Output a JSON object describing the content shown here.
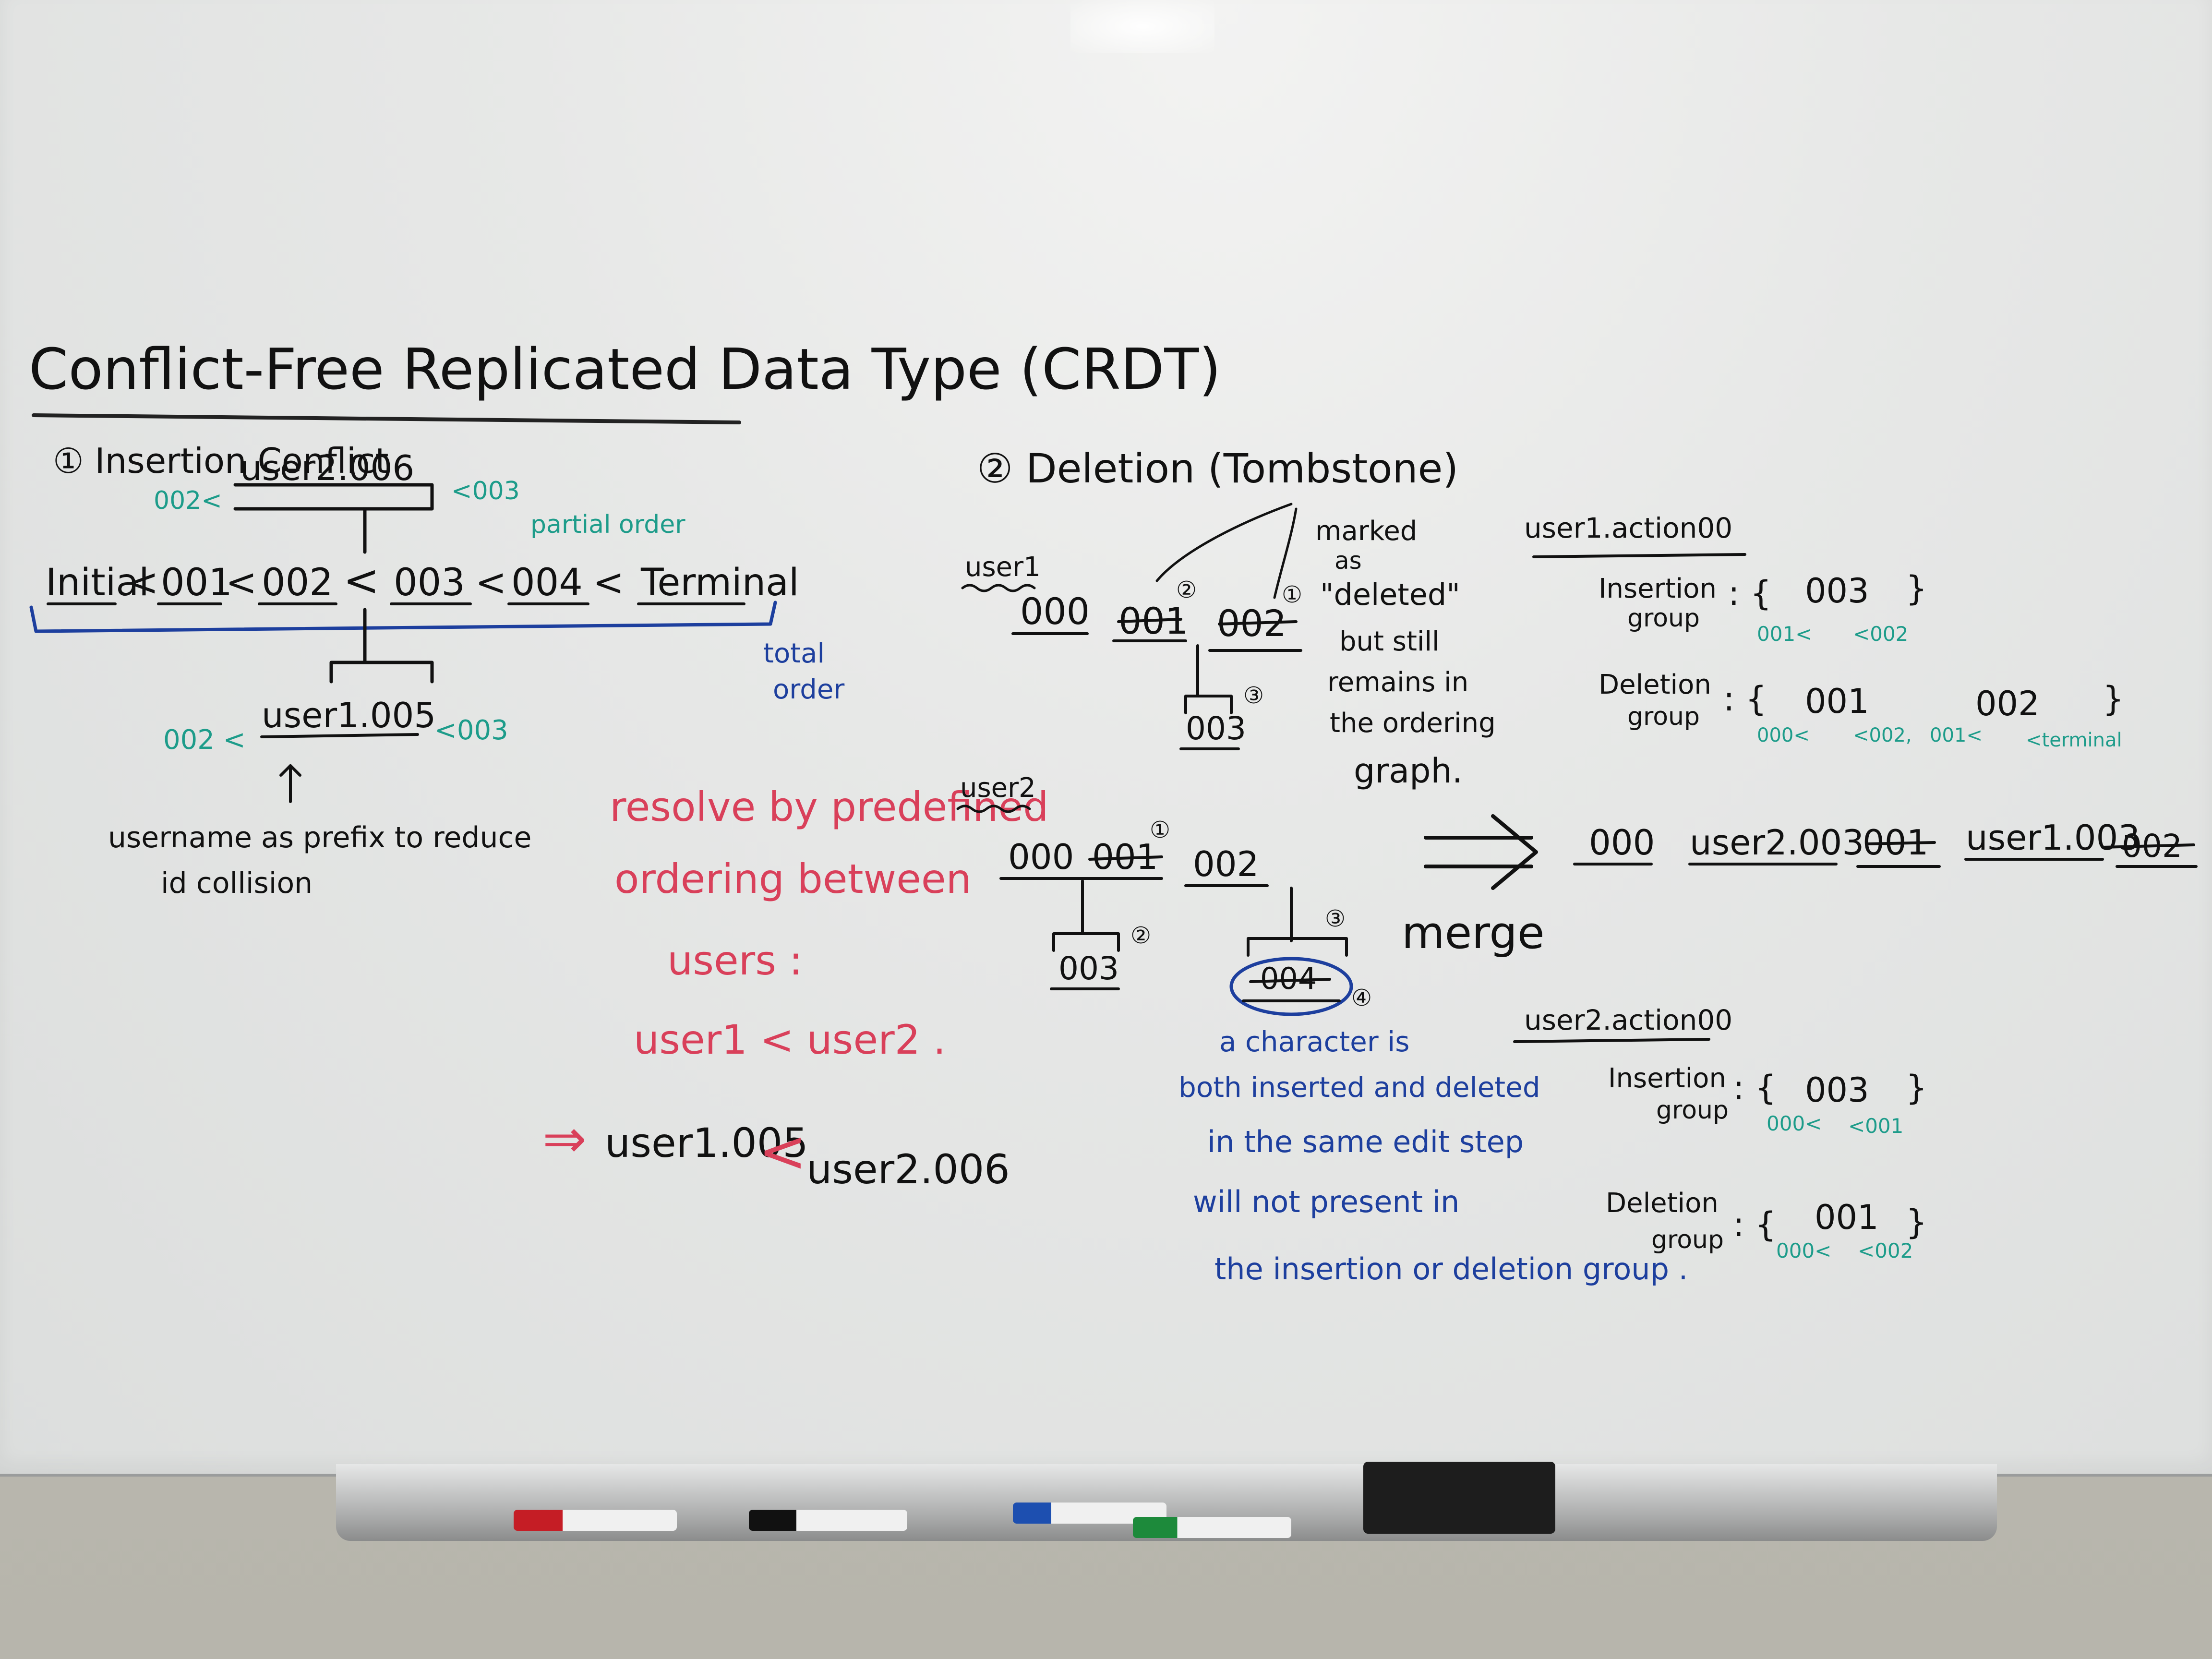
{
  "title": "Conflict-Free Replicated Data Type (CRDT)",
  "section1": {
    "heading": "① Insertion Conflict",
    "top_node": "user2.006",
    "top_left": "002<",
    "top_right": "<003",
    "partial_order": "partial order",
    "chain": [
      "Initial",
      "<",
      "001",
      "<",
      "002",
      "<",
      "003",
      "<",
      "004",
      "<",
      "Terminal"
    ],
    "total_order": [
      "total",
      "order"
    ],
    "bottom_node": "user1.005",
    "bottom_left": "002 <",
    "bottom_right": "<003",
    "note": [
      "username as prefix to reduce",
      "id collision"
    ]
  },
  "resolve": {
    "lines": [
      "resolve by predefined",
      "ordering between",
      "users :",
      "user1 < user2 ."
    ],
    "arrow": "⇒",
    "result_left": "user1.005",
    "result_lt": "<",
    "result_right": "user2.006"
  },
  "section2": {
    "heading": "② Deletion (Tombstone)",
    "user1_label": "user1",
    "u1_nodes": [
      "000",
      "001",
      "002"
    ],
    "u1_badges": [
      "②",
      "①",
      "③"
    ],
    "u1_child": "003",
    "marked_note": [
      "marked",
      "as",
      "\"deleted\"",
      "but still",
      "remains in",
      "the ordering",
      "graph."
    ],
    "user2_label": "user2",
    "u2_nodes": [
      "000",
      "001",
      "002"
    ],
    "u2_badges": [
      "①",
      "②",
      "③",
      "④"
    ],
    "u2_child": "003",
    "u2_circled": "004",
    "merge": "merge",
    "blue_note": [
      "a character is",
      "both inserted and deleted",
      "in the same edit step",
      "will not present in",
      "the insertion or deletion group ."
    ]
  },
  "action1": {
    "heading": "user1.action00",
    "ins_label": [
      "Insertion",
      "group"
    ],
    "ins_value": "003",
    "ins_sub_left": "001<",
    "ins_sub_right": "<002",
    "del_label": [
      "Deletion",
      "group"
    ],
    "del_v1": "001",
    "del_v1_left": "000<",
    "del_v1_right": "<002,",
    "del_v2": "002",
    "del_v2_left": "001<",
    "del_v2_right": "<terminal"
  },
  "merge_result": [
    "000",
    "user2.003",
    "001",
    "user1.003",
    "002"
  ],
  "action2": {
    "heading": "user2.action00",
    "ins_label": [
      "Insertion",
      "group"
    ],
    "ins_value": "003",
    "ins_sub_left": "000<",
    "ins_sub_right": "<001",
    "del_label": [
      "Deletion",
      "group"
    ],
    "del_value": "001",
    "del_sub_left": "000<",
    "del_sub_right": "<002"
  },
  "colors": {
    "black": "#111111",
    "teal": "#1d9c8a",
    "red": "#d9405a",
    "blue": "#1d3f9e"
  },
  "tray_markers": [
    "red marker",
    "black marker",
    "blue marker",
    "green marker"
  ]
}
